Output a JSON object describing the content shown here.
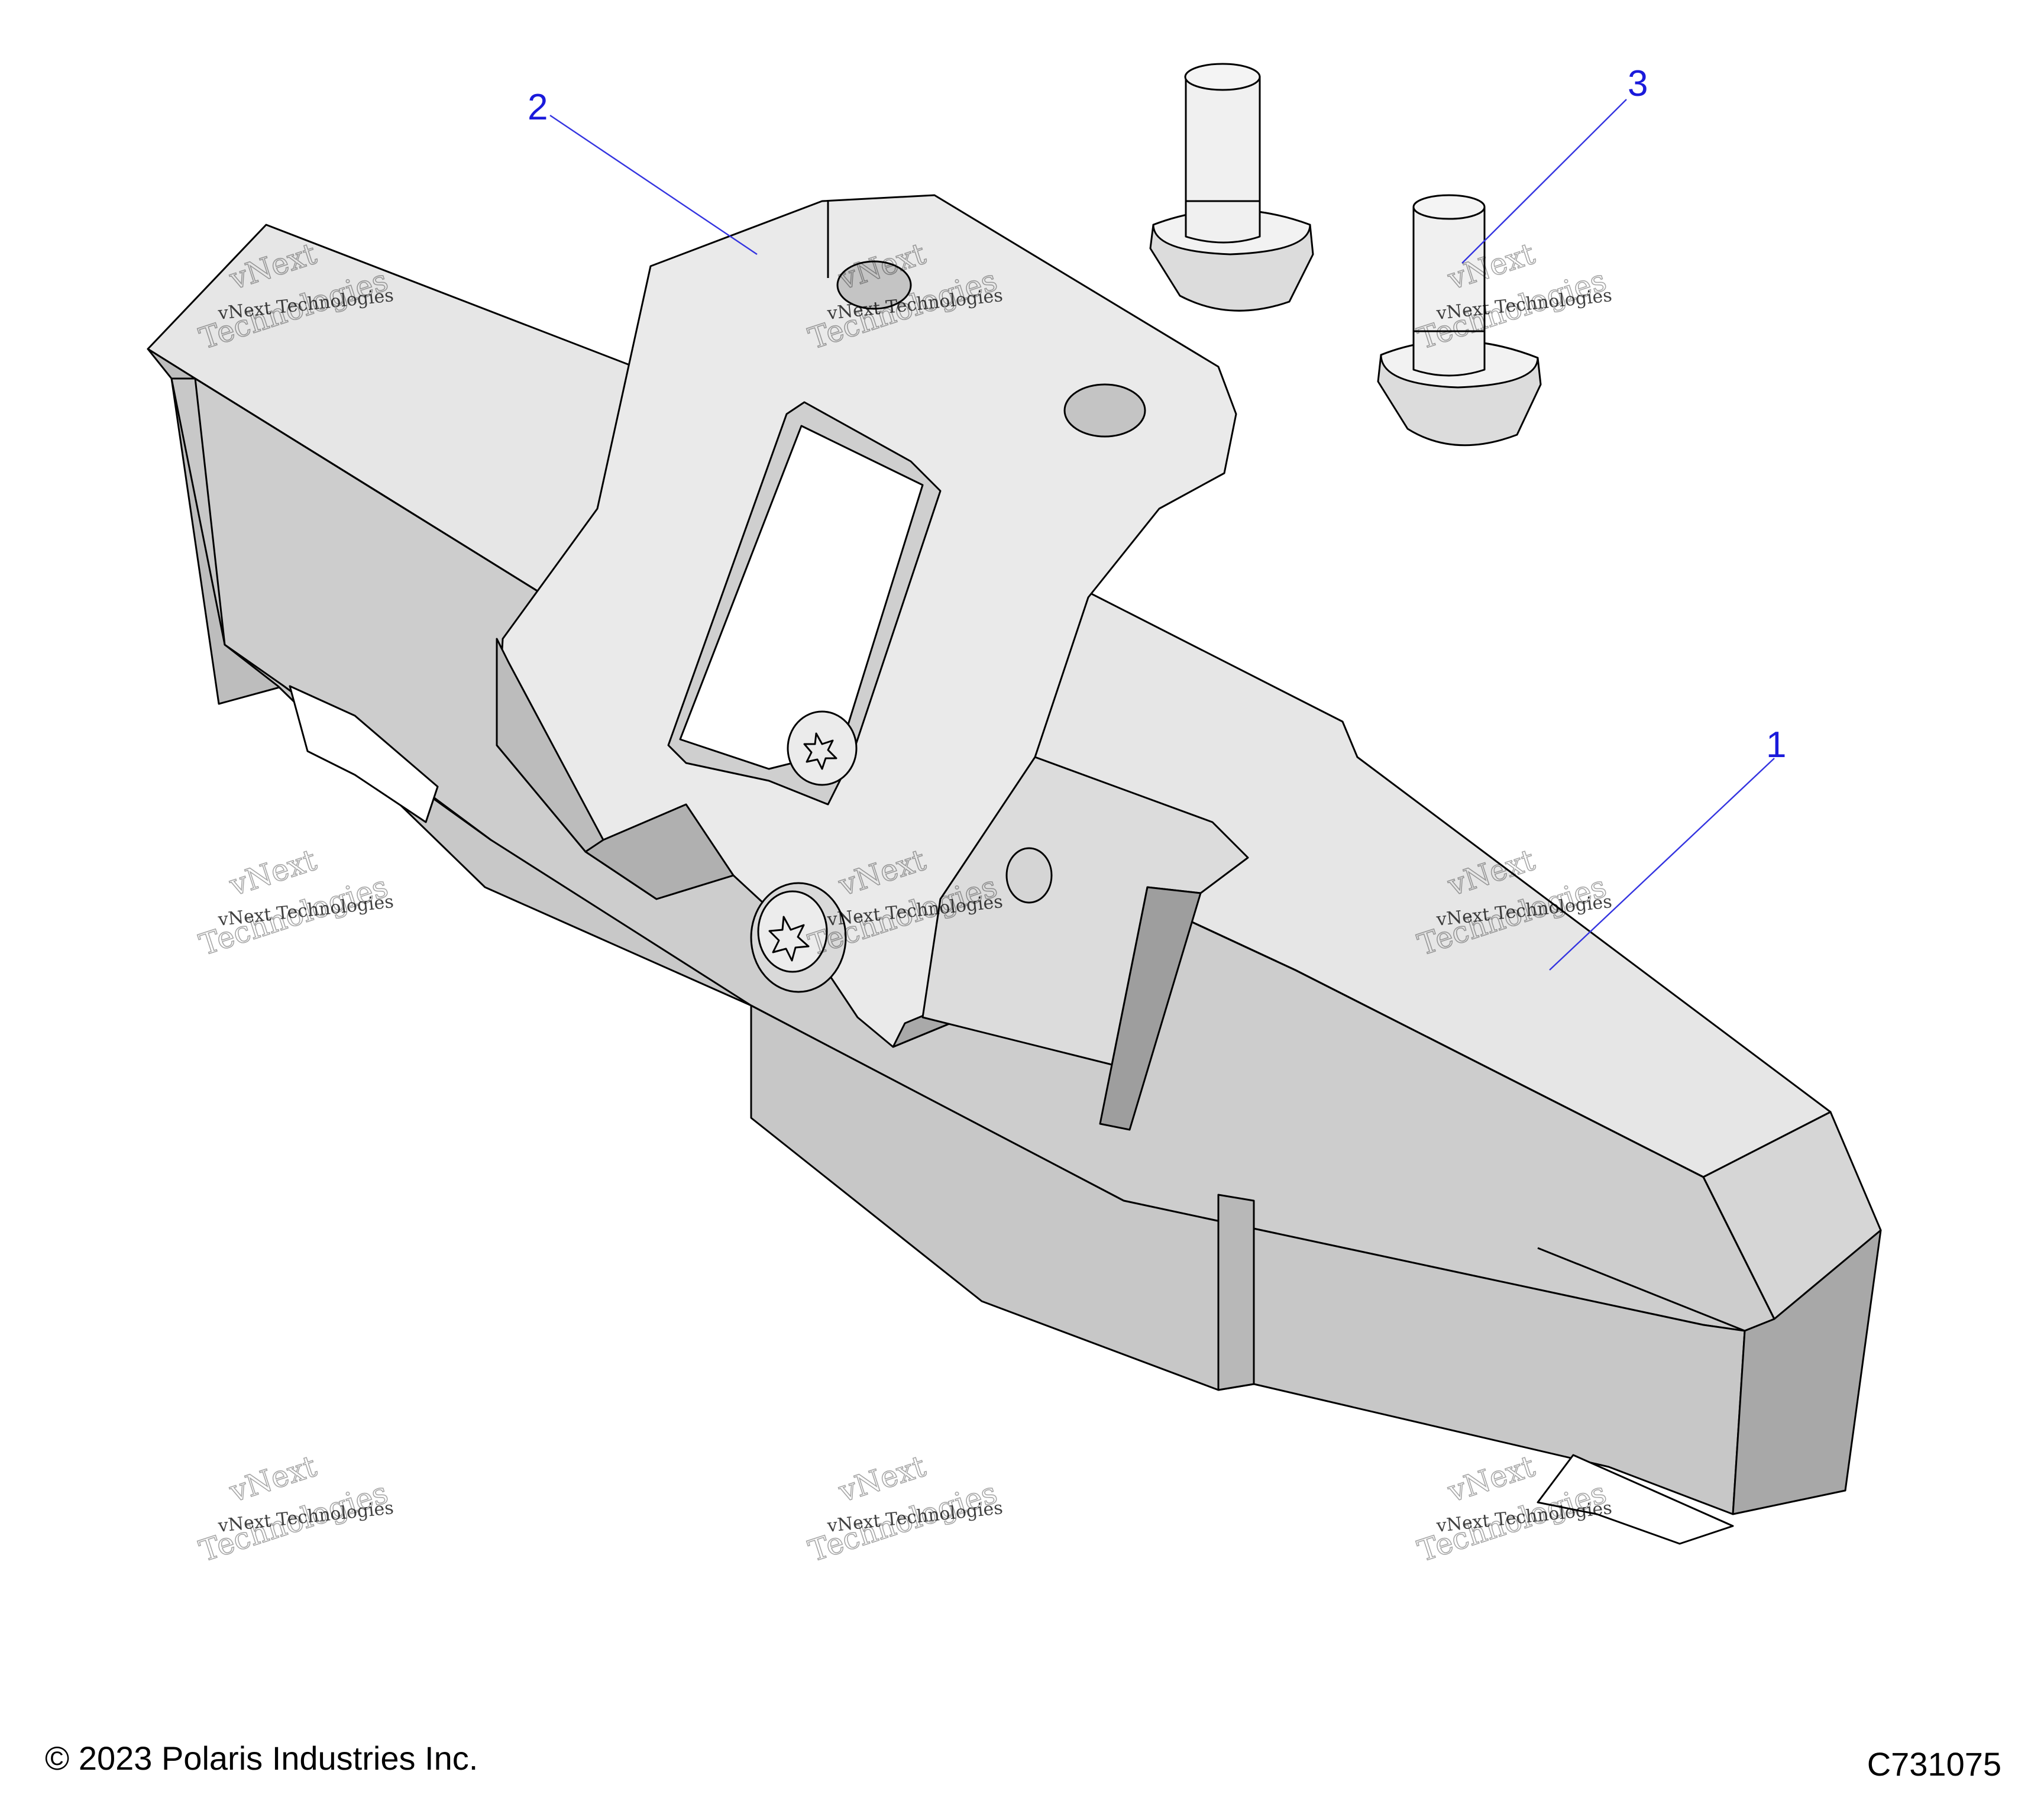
{
  "diagram": {
    "callouts": [
      {
        "id": "1",
        "label": "1"
      },
      {
        "id": "2",
        "label": "2"
      },
      {
        "id": "3",
        "label": "3"
      }
    ],
    "watermark": {
      "line1": "vNext",
      "line2": "vNext Technologies",
      "line3": "Technologies"
    },
    "colors": {
      "part_fill": "#cfcfcf",
      "part_shadow": "#a9a9a9",
      "part_highlight": "#ececec",
      "callout": "#1a1adb"
    }
  },
  "footer": {
    "copyright": "© 2023 Polaris Industries Inc.",
    "figure_id": "C731075"
  }
}
